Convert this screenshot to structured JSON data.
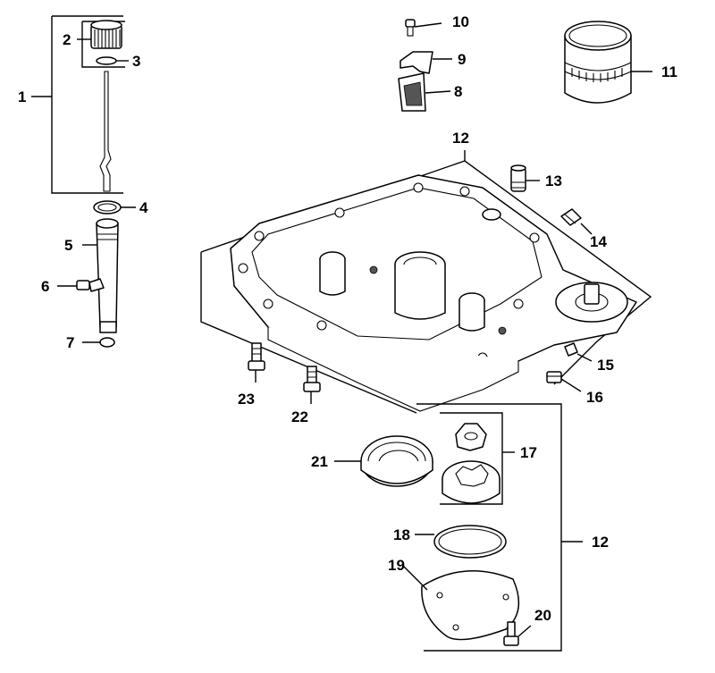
{
  "callouts": [
    {
      "key": "c1",
      "label": "1"
    },
    {
      "key": "c2",
      "label": "2"
    },
    {
      "key": "c3",
      "label": "3"
    },
    {
      "key": "c4",
      "label": "4"
    },
    {
      "key": "c5",
      "label": "5"
    },
    {
      "key": "c6",
      "label": "6"
    },
    {
      "key": "c7",
      "label": "7"
    },
    {
      "key": "c8",
      "label": "8"
    },
    {
      "key": "c9",
      "label": "9"
    },
    {
      "key": "c10",
      "label": "10"
    },
    {
      "key": "c11",
      "label": "11"
    },
    {
      "key": "c12a",
      "label": "12"
    },
    {
      "key": "c12b",
      "label": "12"
    },
    {
      "key": "c13",
      "label": "13"
    },
    {
      "key": "c14",
      "label": "14"
    },
    {
      "key": "c15",
      "label": "15"
    },
    {
      "key": "c16",
      "label": "16"
    },
    {
      "key": "c17",
      "label": "17"
    },
    {
      "key": "c18",
      "label": "18"
    },
    {
      "key": "c19",
      "label": "19"
    },
    {
      "key": "c20",
      "label": "20"
    },
    {
      "key": "c21",
      "label": "21"
    },
    {
      "key": "c22",
      "label": "22"
    },
    {
      "key": "c23",
      "label": "23"
    }
  ]
}
